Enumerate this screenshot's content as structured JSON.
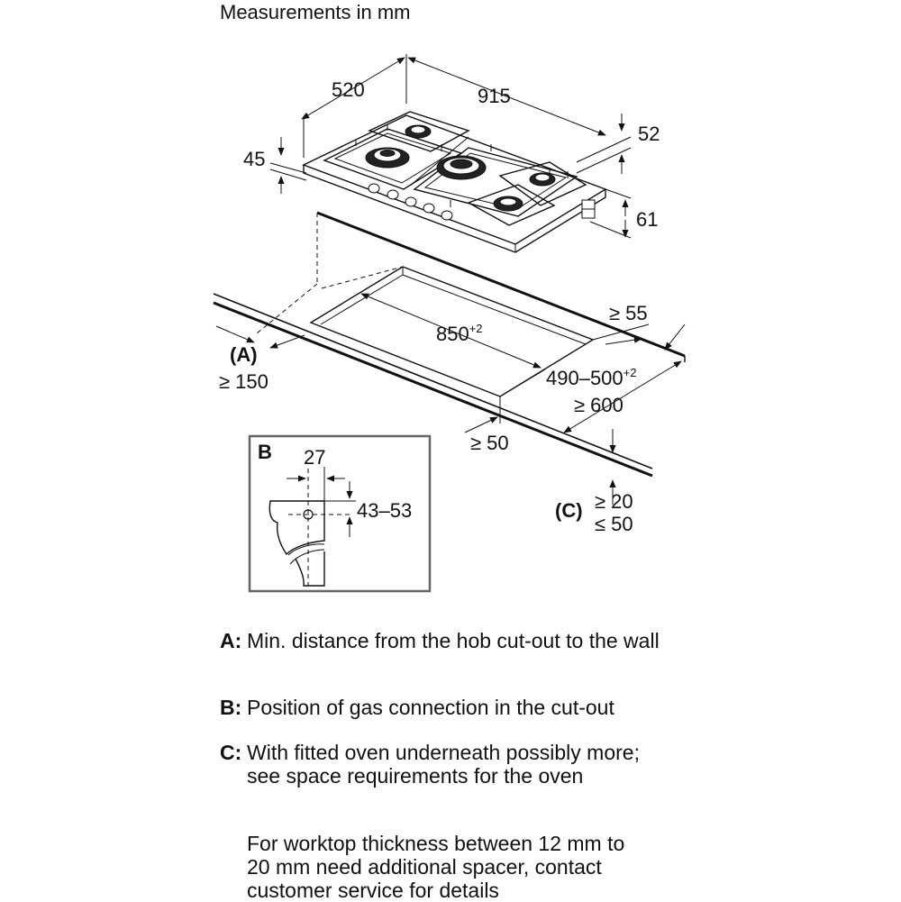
{
  "title": "Measurements in mm",
  "dimensions": {
    "depth": "520",
    "width": "915",
    "height_rear": "52",
    "height_front": "45",
    "height_total": "61",
    "cutout_width": "850",
    "cutout_width_tol": "+2",
    "cutout_depth": "490–500",
    "cutout_depth_tol": "+2",
    "min_rear": "≥ 55",
    "min_wall_label": "(A)",
    "min_wall": "≥ 150",
    "worktop_depth": "≥ 600",
    "min_front": "≥ 50",
    "thickness_label": "(C)",
    "thickness_min": "≥ 20",
    "thickness_max": "≤ 50"
  },
  "inset": {
    "label": "B",
    "offset_x": "27",
    "offset_y": "43–53"
  },
  "legend": [
    {
      "key": "A:",
      "text": "Min. distance from the hob cut-out to the wall"
    },
    {
      "key": "B:",
      "text": "Position of gas connection in the cut-out"
    },
    {
      "key": "C:",
      "text": "With fitted oven underneath possibly more; see space requirements for the oven"
    }
  ],
  "note": "For worktop thickness between 12 mm to 20 mm need additional spacer, contact customer service for details"
}
